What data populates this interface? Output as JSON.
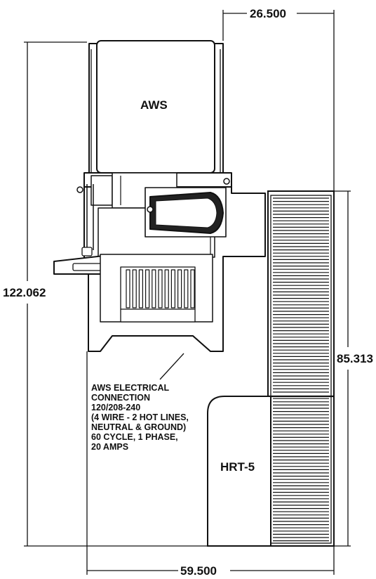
{
  "dimensions": {
    "top_width": "26.500",
    "total_height": "122.062",
    "rack_height": "85.313",
    "total_width": "59.500"
  },
  "units": {
    "aws": "AWS",
    "hrt": "HRT-5"
  },
  "electrical_note": [
    "AWS ELECTRICAL",
    "CONNECTION",
    "120/208-240",
    "(4 WIRE - 2 HOT LINES,",
    "NEUTRAL & GROUND)",
    "60 CYCLE, 1 PHASE,",
    "20 AMPS"
  ],
  "colors": {
    "line": "#111111",
    "fill_light": "#ffffff",
    "fill_dark": "#222222"
  }
}
